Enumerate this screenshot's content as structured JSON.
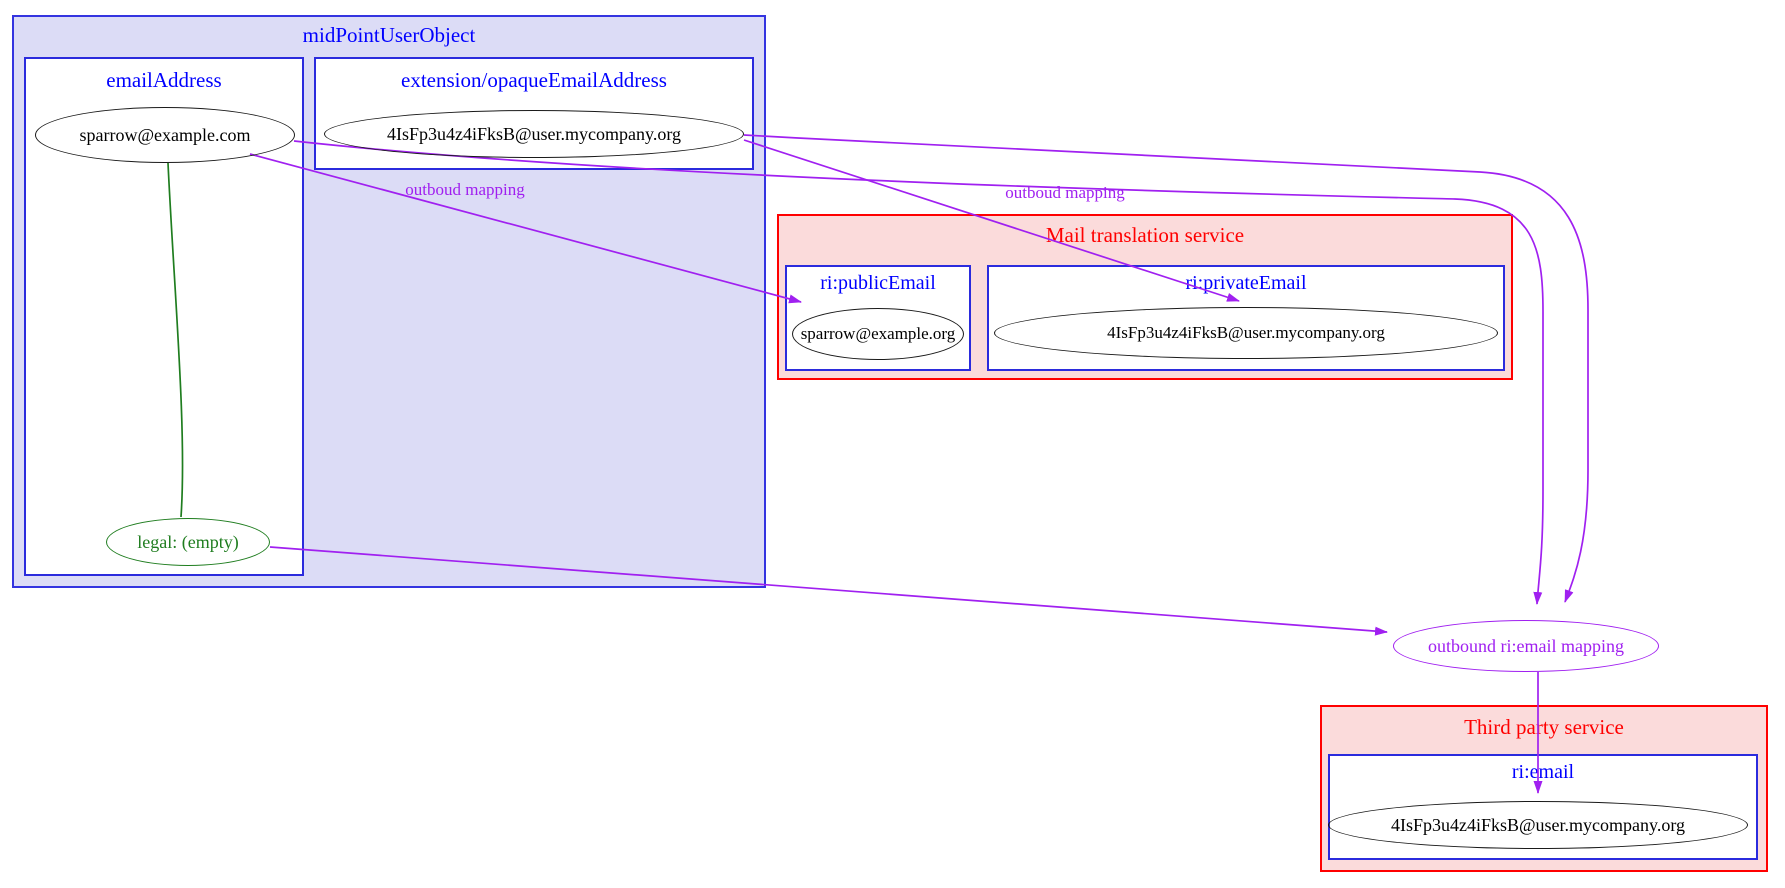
{
  "diagram": {
    "midpoint": {
      "title": "midPointUserObject",
      "email_address": {
        "title": "emailAddress",
        "value_node": "sparrow@example.com",
        "legal_node": "legal: (empty)"
      },
      "extension": {
        "title": "extension/opaqueEmailAddress",
        "value_node": "4IsFp3u4z4iFksB@user.mycompany.org"
      }
    },
    "mail_translation_service": {
      "title": "Mail translation service",
      "public_email": {
        "title": "ri:publicEmail",
        "value_node": "sparrow@example.org"
      },
      "private_email": {
        "title": "ri:privateEmail",
        "value_node": "4IsFp3u4z4iFksB@user.mycompany.org"
      }
    },
    "third_party_service": {
      "title": "Third party service",
      "ri_email": {
        "title": "ri:email",
        "value_node": "4IsFp3u4z4iFksB@user.mycompany.org"
      }
    },
    "mapping_node": "outbound ri:email mapping",
    "edge_labels": {
      "left": "outboud mapping",
      "right": "outboud mapping"
    },
    "colors": {
      "cluster_blue_fill": "#dcdcf6",
      "cluster_blue_border": "#3434e0",
      "cluster_red_fill": "#fbdbdb",
      "cluster_red_border": "#ff0000",
      "title_blue": "#0000ff",
      "title_red": "#ff0000",
      "edge_purple": "#a020f0",
      "edge_green": "#1f7d1f",
      "node_black": "#1a1a1a"
    }
  }
}
